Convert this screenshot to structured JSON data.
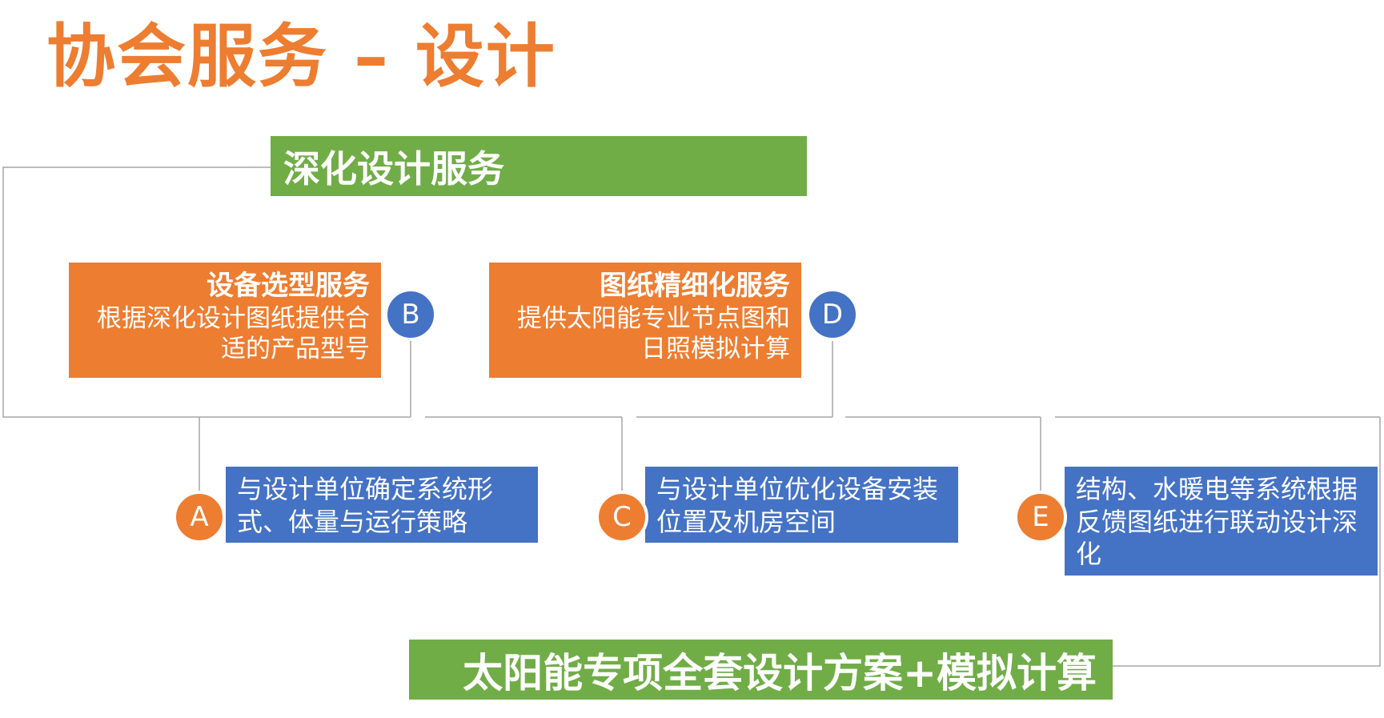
{
  "title": "协会服务 – 设计",
  "top_bar": {
    "label": "深化设计服务"
  },
  "bottom_bar": {
    "label": "太阳能专项全套设计方案+模拟计算"
  },
  "service_boxes": [
    {
      "heading": "设备选型服务",
      "body": "根据深化设计图纸提供合适的产品型号",
      "marker": "B"
    },
    {
      "heading": "图纸精细化服务",
      "body": "提供太阳能专业节点图和日照模拟计算",
      "marker": "D"
    }
  ],
  "step_boxes": [
    {
      "marker": "A",
      "text": "与设计单位确定系统形式、体量与运行策略"
    },
    {
      "marker": "C",
      "text": "与设计单位优化设备安装位置及机房空间"
    },
    {
      "marker": "E",
      "text": "结构、水暖电等系统根据反馈图纸进行联动设计深化"
    }
  ],
  "colors": {
    "accent_orange": "#ED7D31",
    "green": "#70AD47",
    "blue": "#4472C4",
    "connector": "#A6A6A6"
  }
}
